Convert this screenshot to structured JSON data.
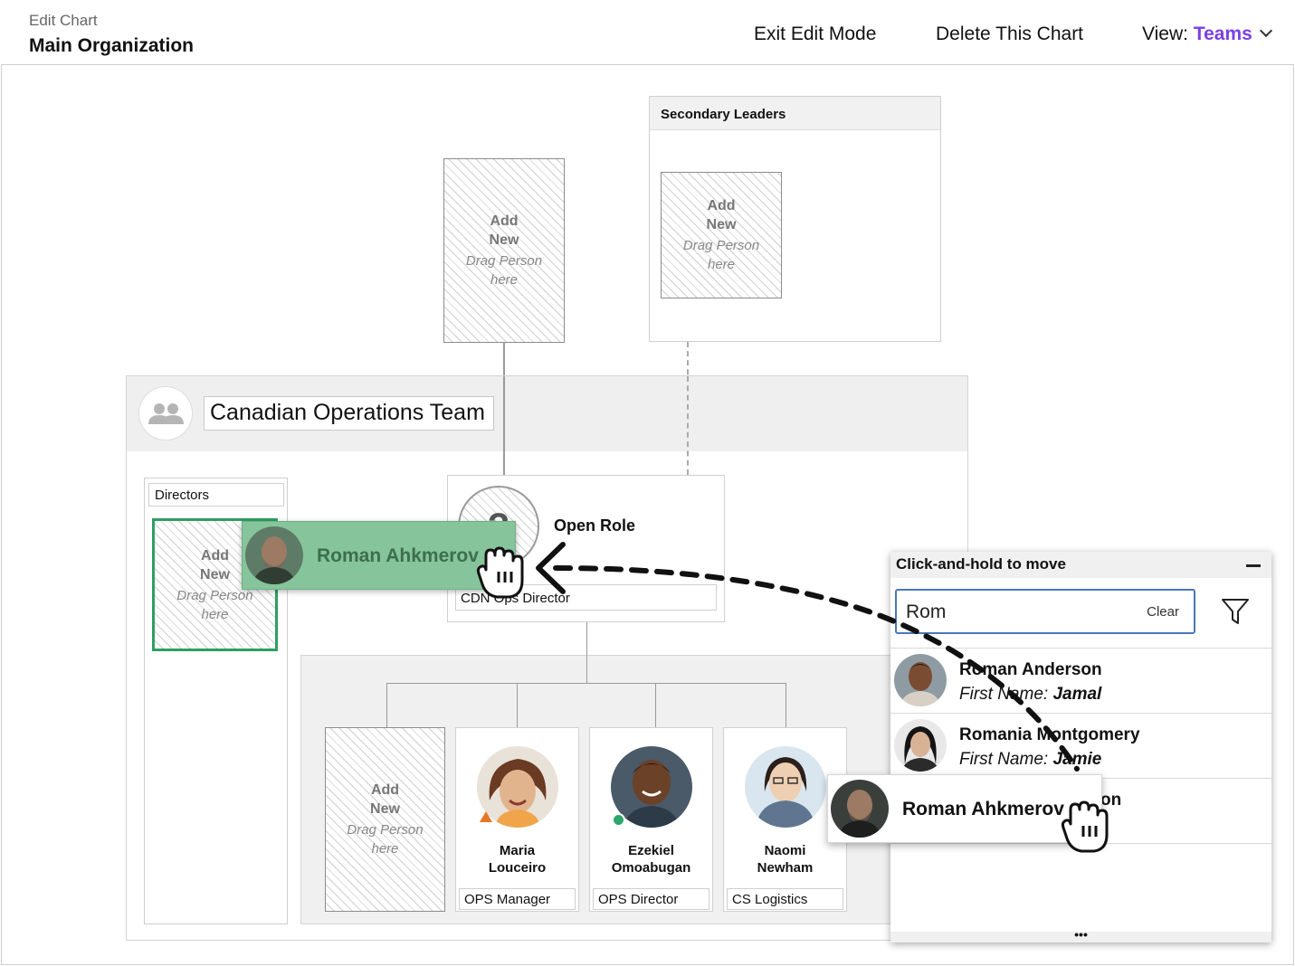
{
  "header": {
    "crumb": "Edit Chart",
    "title": "Main Organization",
    "exit_label": "Exit Edit Mode",
    "delete_label": "Delete This Chart",
    "view_label": "View: ",
    "view_value": "Teams"
  },
  "placeholder": {
    "add": "Add",
    "new": "New",
    "drag1": "Drag Person",
    "drag2": "here"
  },
  "secondary": {
    "title": "Secondary Leaders"
  },
  "team": {
    "name": "Canadian Operations Team",
    "directors_label": "Directors"
  },
  "open_role": {
    "title": "Open Role",
    "mark": "?",
    "role": "CDN Ops Director"
  },
  "reports": [
    {
      "first": "Maria",
      "last": "Louceiro",
      "role": "OPS Manager",
      "status": "warning",
      "color": "#e87722"
    },
    {
      "first": "Ezekiel",
      "last": "Omoabugan",
      "role": "OPS Director",
      "status": "online",
      "color": "#2fa66b"
    },
    {
      "first": "Naomi",
      "last": "Newham",
      "role": "CS Logistics"
    }
  ],
  "drag_ghost": {
    "name": "Roman Ahkmerov"
  },
  "panel": {
    "title": "Click-and-hold to move",
    "search_value": "Rom",
    "clear_label": "Clear",
    "results": [
      {
        "name": "Roman Anderson",
        "sub_prefix": "First Name: ",
        "sub_value": "Jamal"
      },
      {
        "name": "Romania Montgomery",
        "sub_prefix": "First Name: ",
        "sub_value": "Jamie"
      },
      {
        "name_tail": "on"
      }
    ],
    "more": "•••"
  },
  "panel_ghost": {
    "name": "Roman Ahkmerov"
  },
  "colors": {
    "accent": "#7b3fe4",
    "drop_target": "#2f9e61",
    "ghost_bg": "#86c49c",
    "search_border": "#4a78b8"
  }
}
